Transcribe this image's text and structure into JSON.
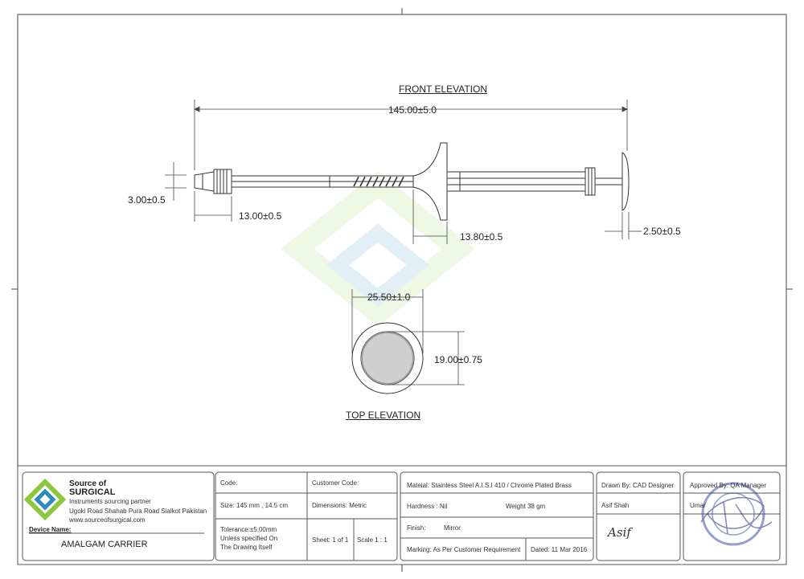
{
  "views": {
    "front_title": "FRONT ELEVATION",
    "top_title": "TOP ELEVATION"
  },
  "dimensions": {
    "overall_length": "145.00±5.0",
    "tip_diameter": "3.00±0.5",
    "tip_length": "13.00±0.5",
    "flange_width": "13.80±0.5",
    "cap_width": "2.50±0.5",
    "top_outer": "25.50±1.0",
    "top_inner": "19.00±0.75"
  },
  "company": {
    "name_line1": "Source of",
    "name_line2": "SURGICAL",
    "tagline": "Instruments sourcing partner",
    "address": "Ugoki Road Shahab Pura Road Sialkot Pakistan",
    "website": "www.sourceofsurgical.com"
  },
  "device": {
    "label": "Device Name:",
    "name": "AMALGAM CARRIER"
  },
  "specs": {
    "code_label": "Code:",
    "size": "Size:  145 mm , 14.5 cm",
    "tolerance_1": "Tolerance:±5.00mm",
    "tolerance_2": "Unless specified On",
    "tolerance_3": "The Drawing Itself",
    "customer_code_label": "Customer Code:",
    "dimensions_unit": "Dimensions: Metric",
    "sheet": "Sheet:  1 of 1",
    "scale": "Scale 1 : 1"
  },
  "material": {
    "material": "Mateial: Stainless Steel A.I.S.I 410 / Chrome Plated Brass",
    "hardness": "Hardness :  Nil",
    "weight": "Weight    38 gm",
    "finish_label": "Finish:",
    "finish_value": "Mirror",
    "marking": "Marking: As Per Customer Requirement",
    "date": "Dated: 11 Mar 2016"
  },
  "drawn": {
    "label": "Drawn By: CAD Designer",
    "name": "Asif Shah",
    "signature": "Asif"
  },
  "approved": {
    "label": "Approved By: QA Manager",
    "name": "Umar"
  },
  "colors": {
    "line": "#333333",
    "logo_green": "#8dc63f",
    "logo_blue": "#2e8bc0"
  }
}
